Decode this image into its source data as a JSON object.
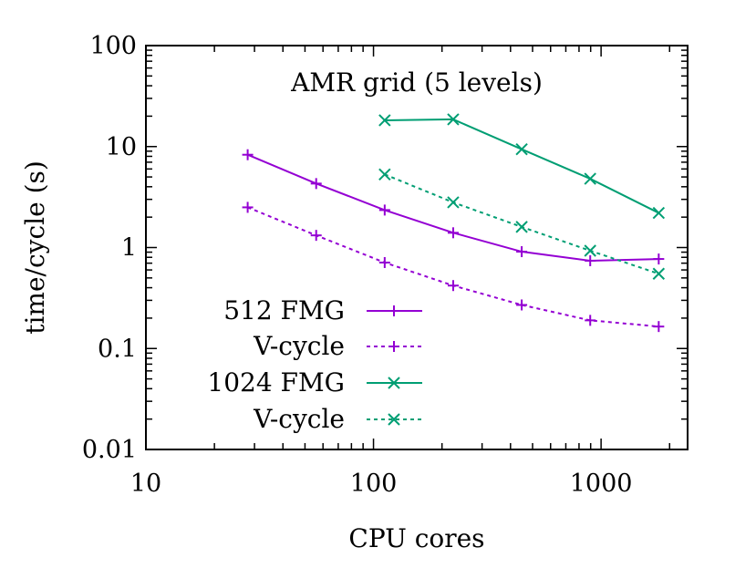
{
  "chart_data": {
    "type": "line",
    "annotation": "AMR grid (5 levels)",
    "xlabel": "CPU cores",
    "ylabel": "time/cycle (s)",
    "xscale": "log",
    "yscale": "log",
    "xlim": [
      10,
      2400
    ],
    "ylim": [
      0.01,
      100
    ],
    "xticks": [
      10,
      100,
      1000
    ],
    "xtick_labels": [
      "10",
      "100",
      "1000"
    ],
    "yticks": [
      0.01,
      0.1,
      1,
      10,
      100
    ],
    "ytick_labels": [
      "0.01",
      "0.1",
      "1",
      "10",
      "100"
    ],
    "grid": false,
    "legend_position": "bottom-left",
    "series": [
      {
        "name": "512 FMG",
        "color": "#9400d3",
        "dash": "solid",
        "marker": "plus",
        "x": [
          28,
          56,
          112,
          224,
          448,
          896,
          1792
        ],
        "y": [
          8.3,
          4.3,
          2.35,
          1.4,
          0.91,
          0.74,
          0.77
        ]
      },
      {
        "name": "V-cycle",
        "color": "#9400d3",
        "dash": "dashed",
        "marker": "plus",
        "x": [
          28,
          56,
          112,
          224,
          448,
          896,
          1792
        ],
        "y": [
          2.5,
          1.32,
          0.71,
          0.42,
          0.27,
          0.19,
          0.165
        ]
      },
      {
        "name": "1024 FMG",
        "color": "#009e73",
        "dash": "solid",
        "marker": "cross",
        "x": [
          112,
          224,
          448,
          896,
          1792
        ],
        "y": [
          18.2,
          18.6,
          9.4,
          4.8,
          2.2
        ]
      },
      {
        "name": "V-cycle",
        "color": "#009e73",
        "dash": "dashed",
        "marker": "cross",
        "x": [
          112,
          224,
          448,
          896,
          1792
        ],
        "y": [
          5.3,
          2.8,
          1.6,
          0.93,
          0.55
        ]
      }
    ]
  }
}
